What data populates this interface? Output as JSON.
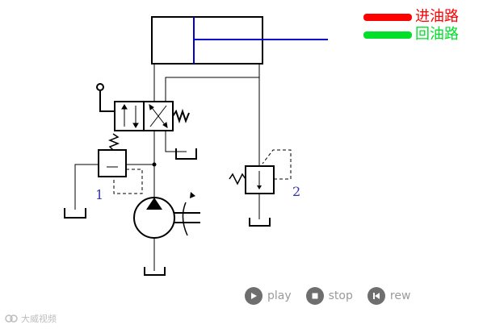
{
  "legend": {
    "supply": {
      "label": "进油路",
      "color": "#ff0000"
    },
    "return": {
      "label": "回油路",
      "color": "#00e028"
    }
  },
  "labels": {
    "valve_1": "1",
    "valve_2": "2"
  },
  "controls": {
    "play": {
      "label": "play",
      "icon": "play-icon"
    },
    "stop": {
      "label": "stop",
      "icon": "stop-icon"
    },
    "rew": {
      "label": "rew",
      "icon": "rewind-icon"
    }
  },
  "watermark": {
    "text": "大威视频"
  },
  "colors": {
    "line": "#000000",
    "piston": "#0000cc",
    "label": "#3333aa",
    "button": "#6e6e6e"
  }
}
